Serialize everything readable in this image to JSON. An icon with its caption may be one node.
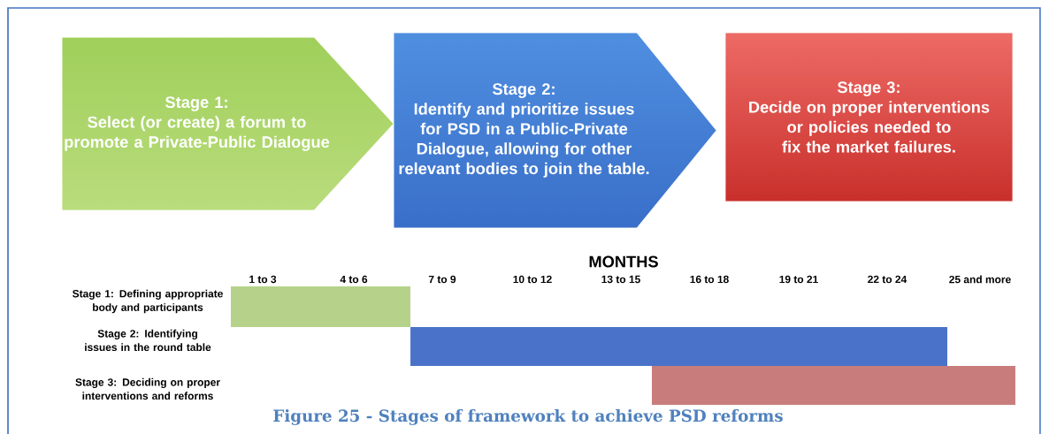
{
  "diagram": {
    "caption": "Figure 25 - Stages of framework to achieve PSD reforms",
    "nodes": [
      {
        "text": [
          "Stage 1:",
          "Select (or create) a forum to promote a Private-Public Dialogue"
        ]
      },
      {
        "text": [
          "Stage 2:",
          "Identify and prioritize issues for PSD in a Public-Private Dialogue, allowing for other relevant bodies to join the table."
        ]
      },
      {
        "text": [
          "Stage 3:",
          "Decide on proper interventions or policies needed to fix the market failures."
        ]
      },
      {
        "text": [],
        "shape": "bar"
      },
      {
        "text": [],
        "shape": "bar"
      },
      {
        "text": [],
        "shape": "bar"
      }
    ],
    "labels": [
      "MONTHS",
      "1 to 3",
      "4 to 6",
      "7 to 9",
      "10 to 12",
      "13 to 15",
      "16 to 18",
      "19 to 21",
      "22 to 24",
      "25 and more",
      "Stage 1: Defining appropriate body and participants",
      "Stage 2: Identifying issues in the round table",
      "Stage 3: Deciding on proper interventions and reforms"
    ]
  }
}
